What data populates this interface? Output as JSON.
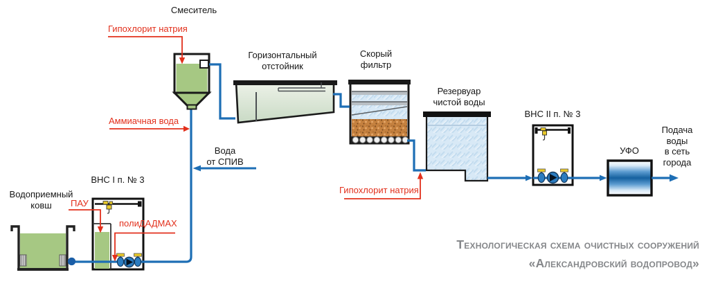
{
  "diagram": {
    "labels": {
      "mixer": "Смеситель",
      "sodium_hypochlorite_top": "Гипохлорит натрия",
      "ammonia_water": "Аммиачная вода",
      "water_from_spiv": "Вода\nот СПИВ",
      "horizontal_settler": "Горизонтальный\nотстойник",
      "rapid_filter": "Скорый\nфильтр",
      "clean_water_reservoir": "Резервуар\nчистой воды",
      "sodium_hypochlorite_bottom": "Гипохлорит натрия",
      "pumping_station_2": "ВНС II п. № 3",
      "uv_unit": "УФО",
      "city_supply": "Подача\nводы\nв сеть\nгорода",
      "intake_bucket": "Водоприемный\nковш",
      "pumping_station_1": "ВНС I п. № 3",
      "pac": "ПАУ",
      "polydadmac": "полиДАДМАХ"
    },
    "title": {
      "line1": "Технологическая схема очистных сооружений",
      "line2": "«Александровский водопровод»"
    },
    "colors": {
      "pipe_blue": "#1d6eb5",
      "chemical_red": "#e2301c",
      "vessel_green": "#a6c883",
      "water_blue": "#d6e8f5",
      "sand_orange": "#c5813f",
      "valve_yellow": "#e9c929",
      "title_grey": "#85878a"
    }
  }
}
